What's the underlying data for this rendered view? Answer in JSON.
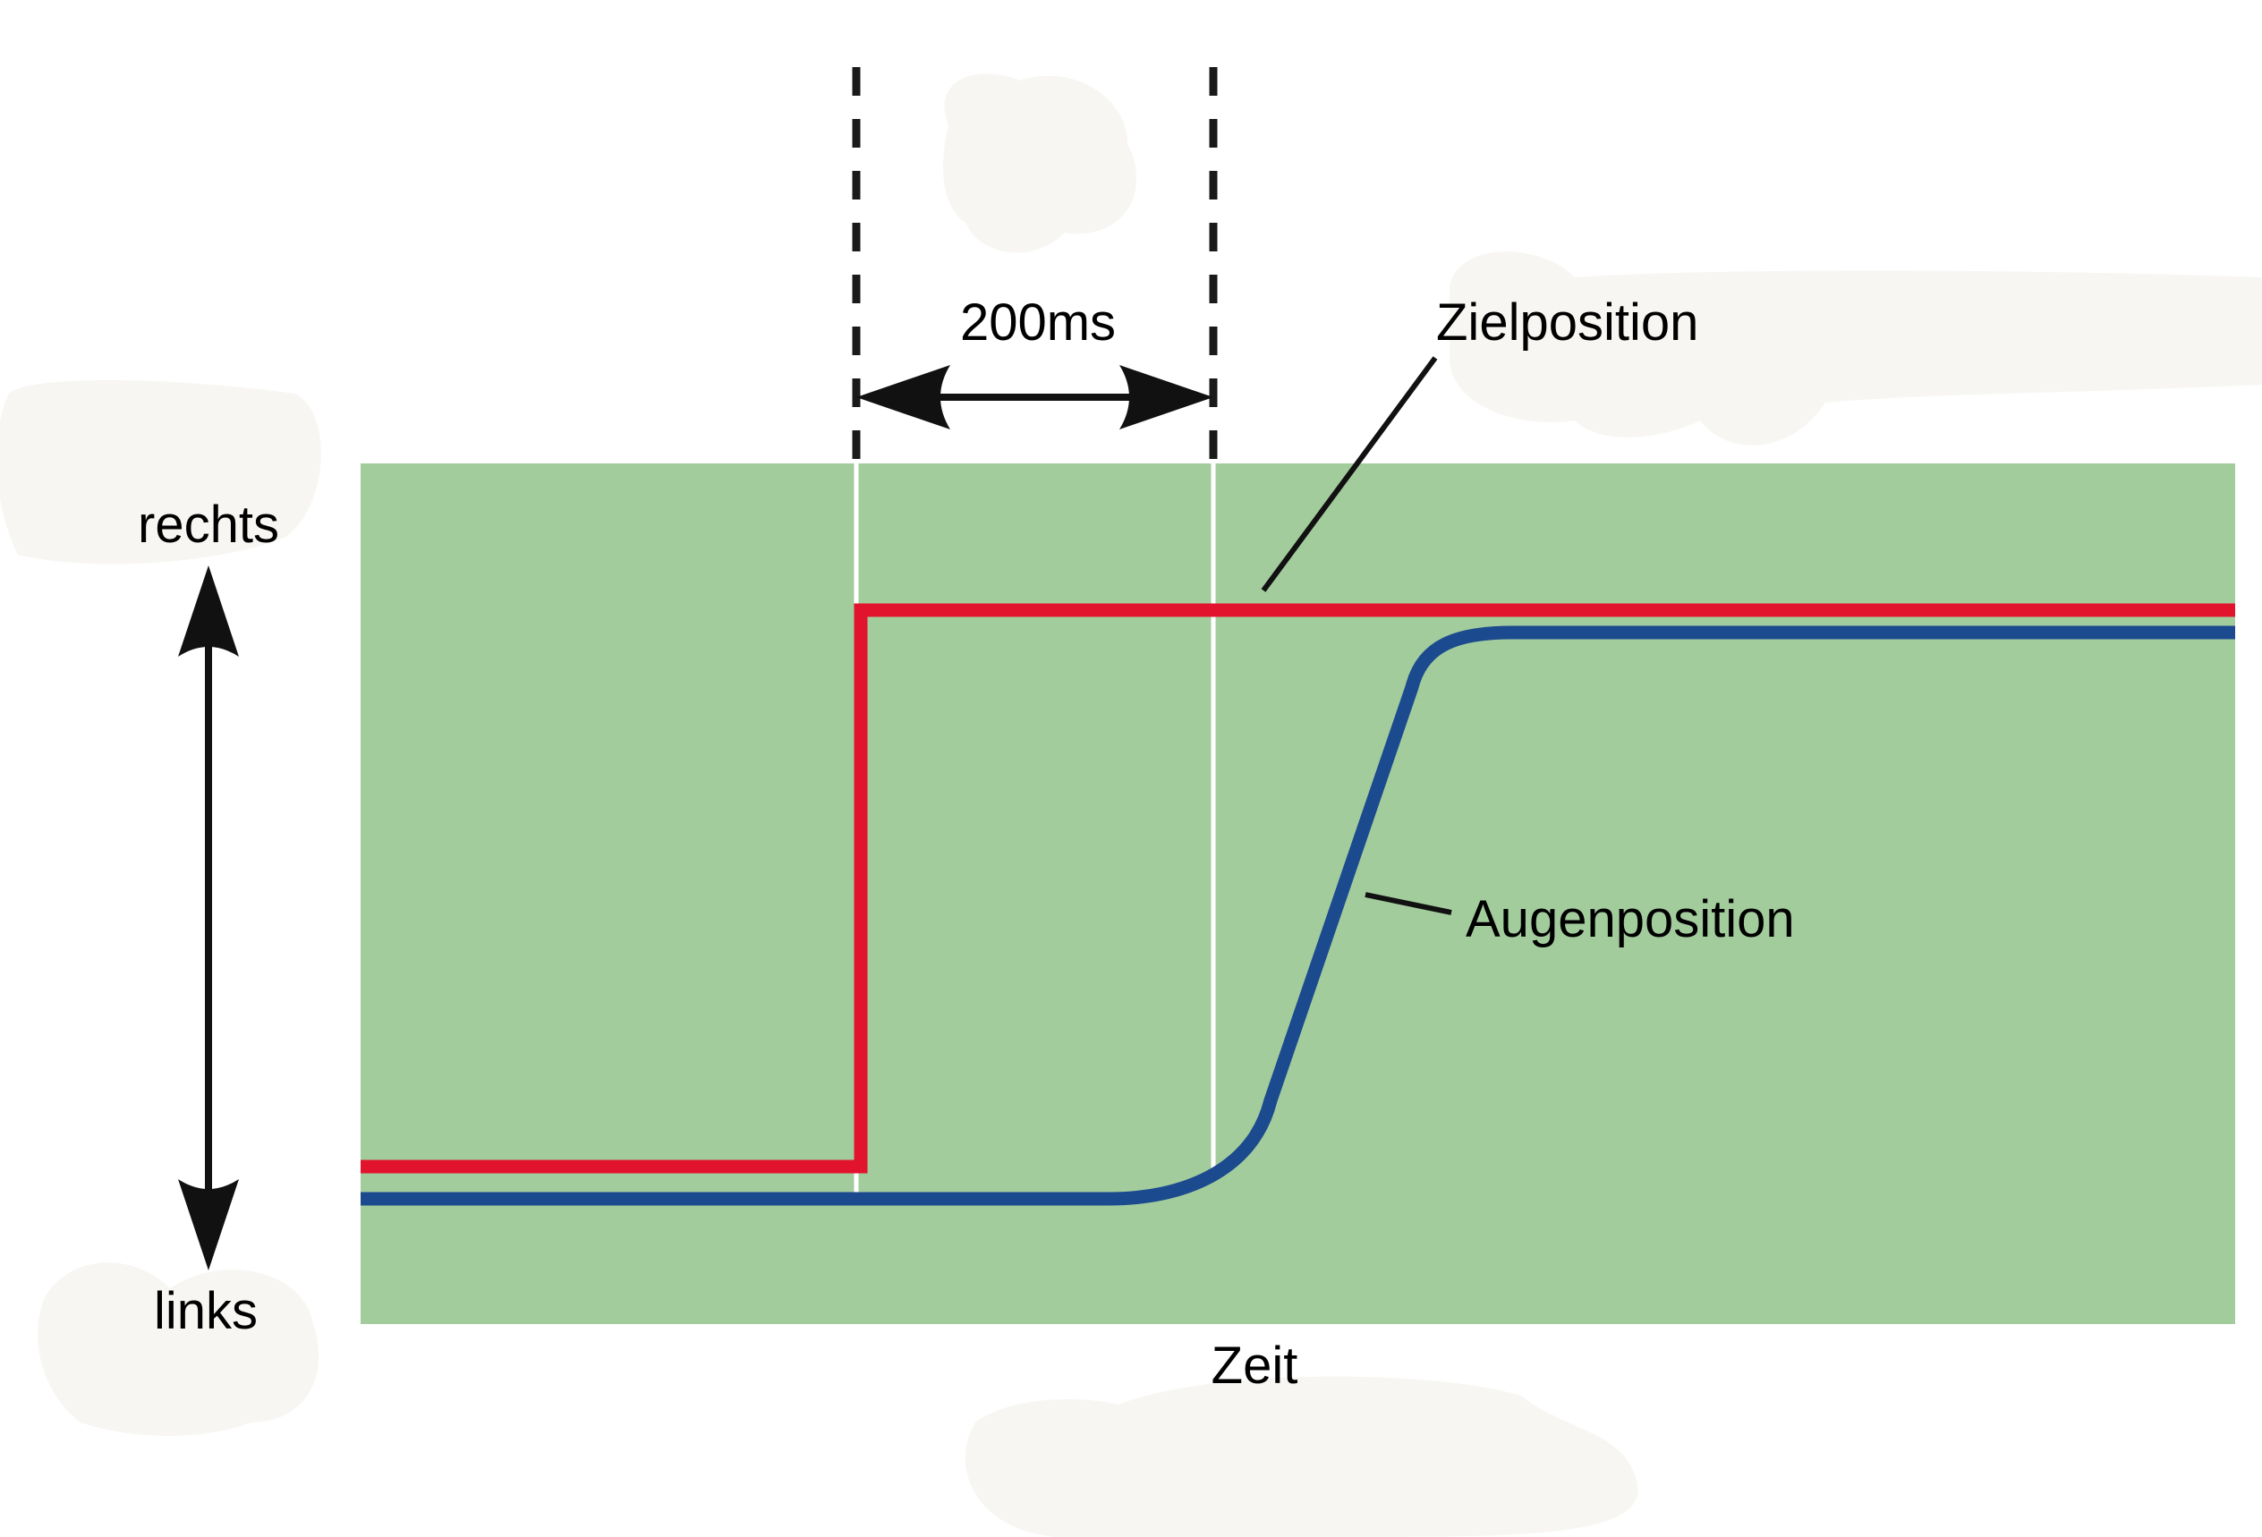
{
  "labels": {
    "interval": "200ms",
    "target": "Zielposition",
    "eye": "Augenposition",
    "up": "rechts",
    "down": "links",
    "time": "Zeit"
  },
  "colors": {
    "background_panel": "#a3cc9d",
    "target_line": "#e2142d",
    "eye_line": "#1c4a8e",
    "cloud_smudge": "#f7f6f2"
  }
}
